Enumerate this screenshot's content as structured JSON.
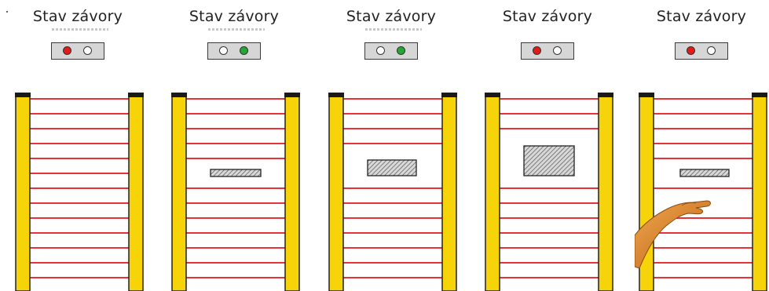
{
  "panels": [
    {
      "title": "Stav závory",
      "indicator": {
        "left": "red",
        "right": "off"
      },
      "obstacle": "none"
    },
    {
      "title": "Stav závory",
      "indicator": {
        "left": "off",
        "right": "green"
      },
      "obstacle": "thin-bar"
    },
    {
      "title": "Stav závory",
      "indicator": {
        "left": "off",
        "right": "green"
      },
      "obstacle": "small-block"
    },
    {
      "title": "Stav závory",
      "indicator": {
        "left": "red",
        "right": "off"
      },
      "obstacle": "large-block"
    },
    {
      "title": "Stav závory",
      "indicator": {
        "left": "red",
        "right": "off"
      },
      "obstacle": "thin-bar-with-hand"
    }
  ],
  "colors": {
    "beam": "#e8323a",
    "post": "#f7d40a",
    "post_edge": "#1a1a1a",
    "indicator_red": "#e21a1a",
    "indicator_green": "#27a535",
    "indicator_off": "#ffffff",
    "obstacle_fill": "#cfcfcf",
    "hand_skin": "#e08a2a"
  },
  "icons": {
    "obstacle": "hatched-object-icon",
    "hand": "hand-icon"
  }
}
